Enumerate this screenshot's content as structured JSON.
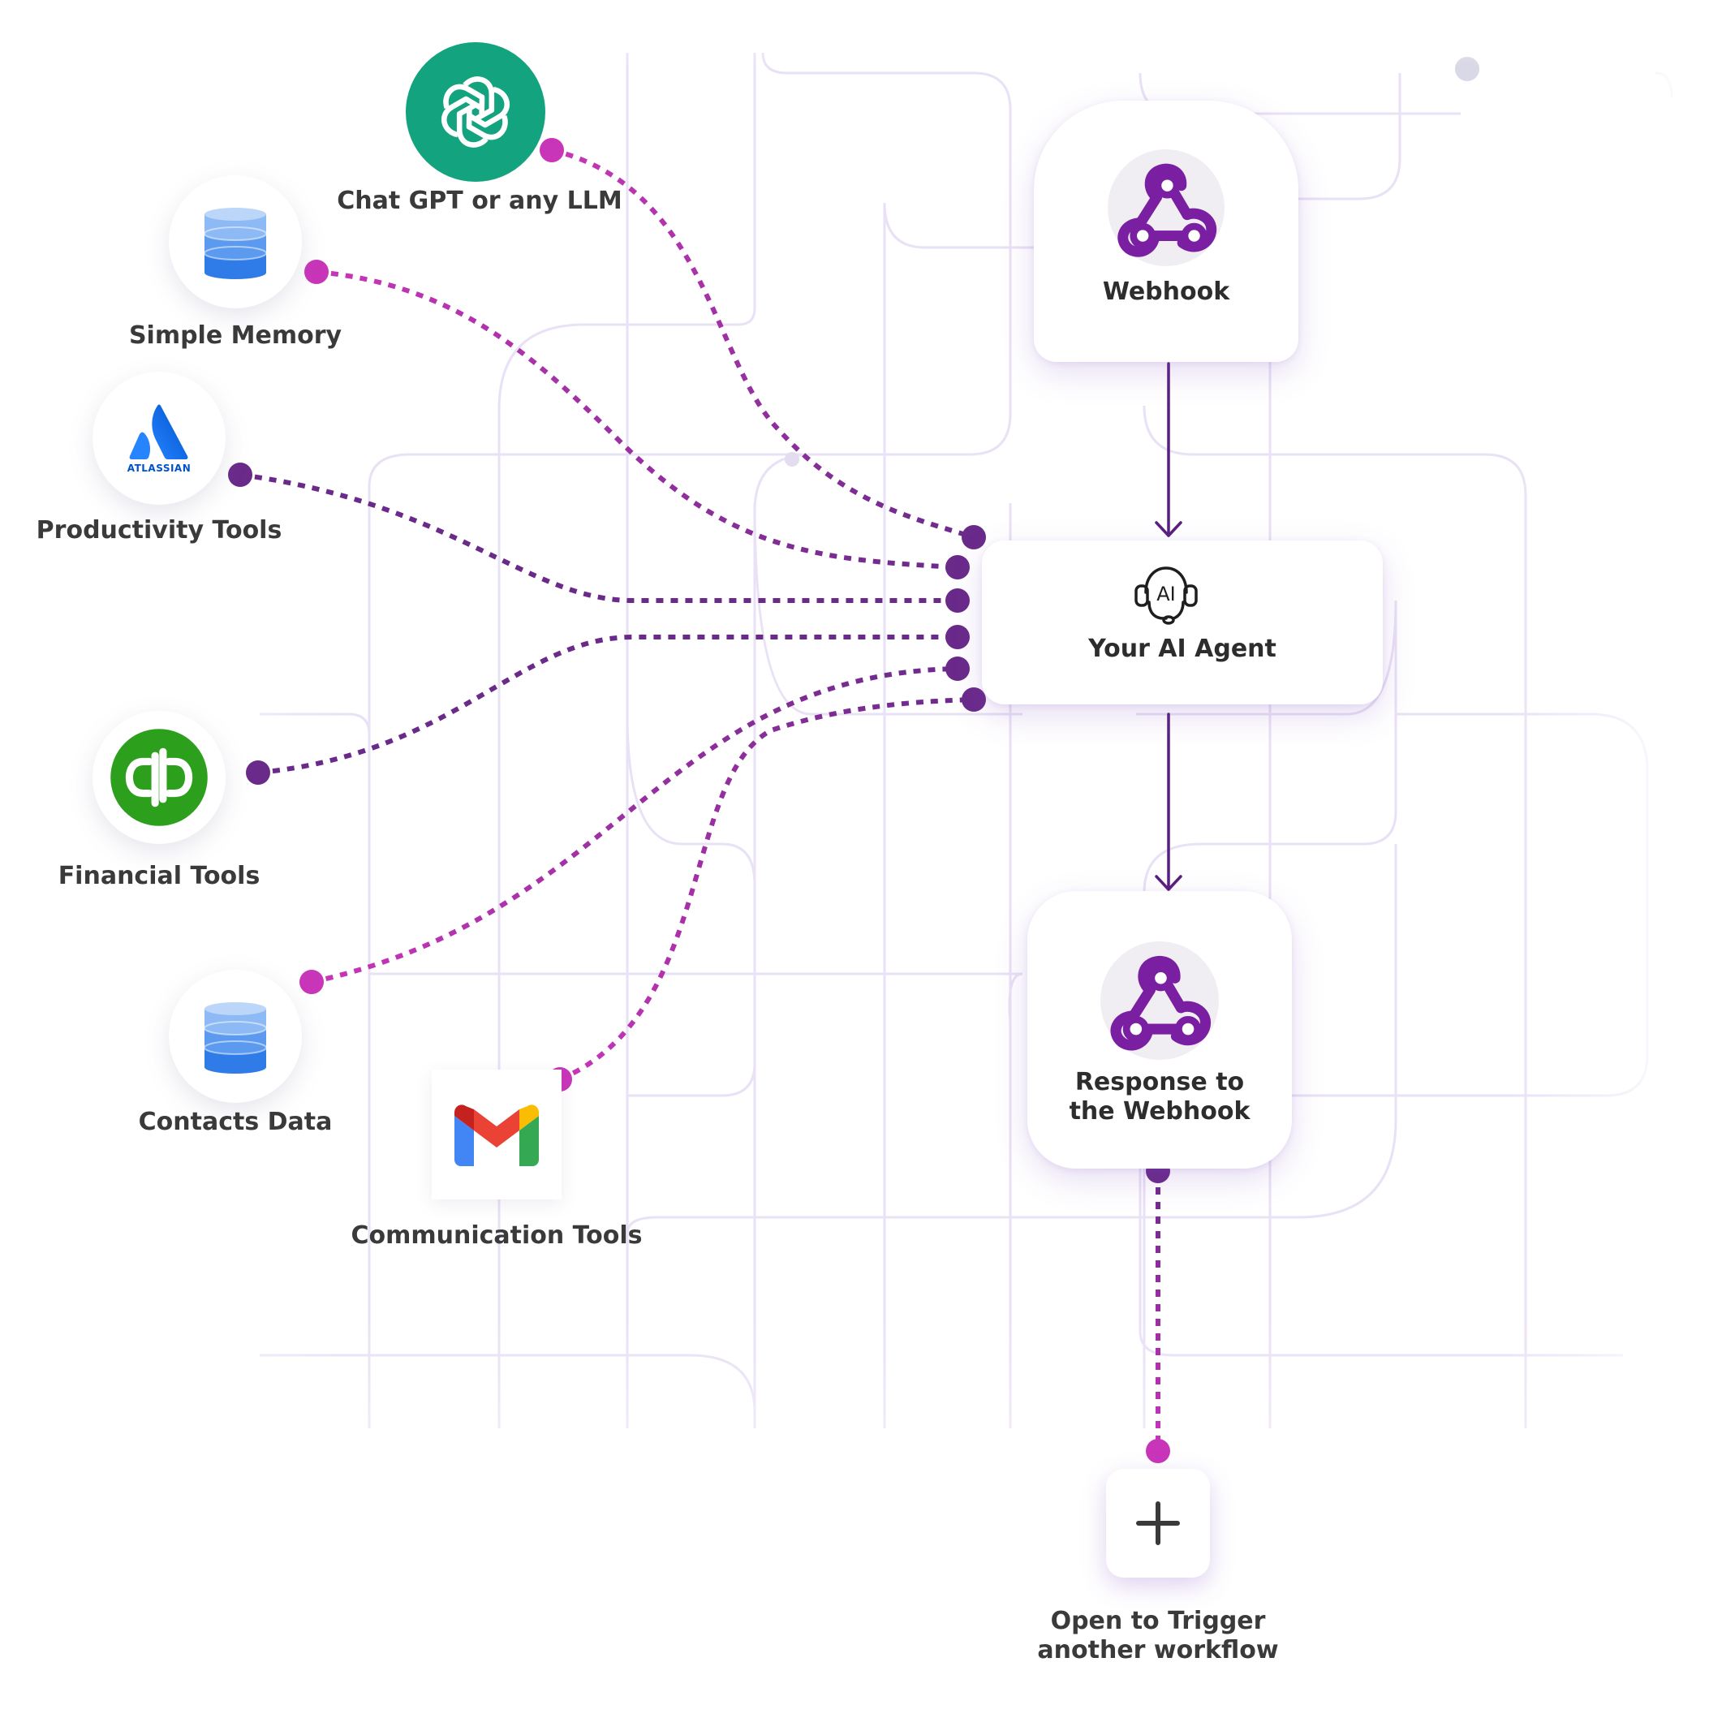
{
  "nodes": {
    "chatgpt": {
      "label": "Chat GPT or any LLM",
      "icon": "openai-icon",
      "color": "#14a37f"
    },
    "simple_memory": {
      "label": "Simple Memory",
      "icon": "database-icon"
    },
    "productivity": {
      "label": "Productivity Tools",
      "icon": "atlassian-icon",
      "logo_text": "ATLASSIAN"
    },
    "financial": {
      "label": "Financial Tools",
      "icon": "quickbooks-icon",
      "color": "#2ca01c"
    },
    "contacts": {
      "label": "Contacts Data",
      "icon": "database-icon"
    },
    "communication": {
      "label": "Communication Tools",
      "icon": "gmail-icon"
    },
    "webhook": {
      "label": "Webhook",
      "icon": "webhook-icon"
    },
    "agent": {
      "label": "Your AI Agent",
      "icon": "ai-headset-icon",
      "icon_text": "AI"
    },
    "response": {
      "label_line1": "Response to",
      "label_line2": "the Webhook",
      "icon": "webhook-icon"
    },
    "trigger": {
      "label_line1": "Open to Trigger",
      "label_line2": "another workflow",
      "icon": "plus-icon"
    }
  },
  "colors": {
    "pink_connector": "#c935b9",
    "purple_connector": "#6a2a8a",
    "grid_lines": "#e6ddf3",
    "webhook_purple": "#7a1fa2"
  }
}
